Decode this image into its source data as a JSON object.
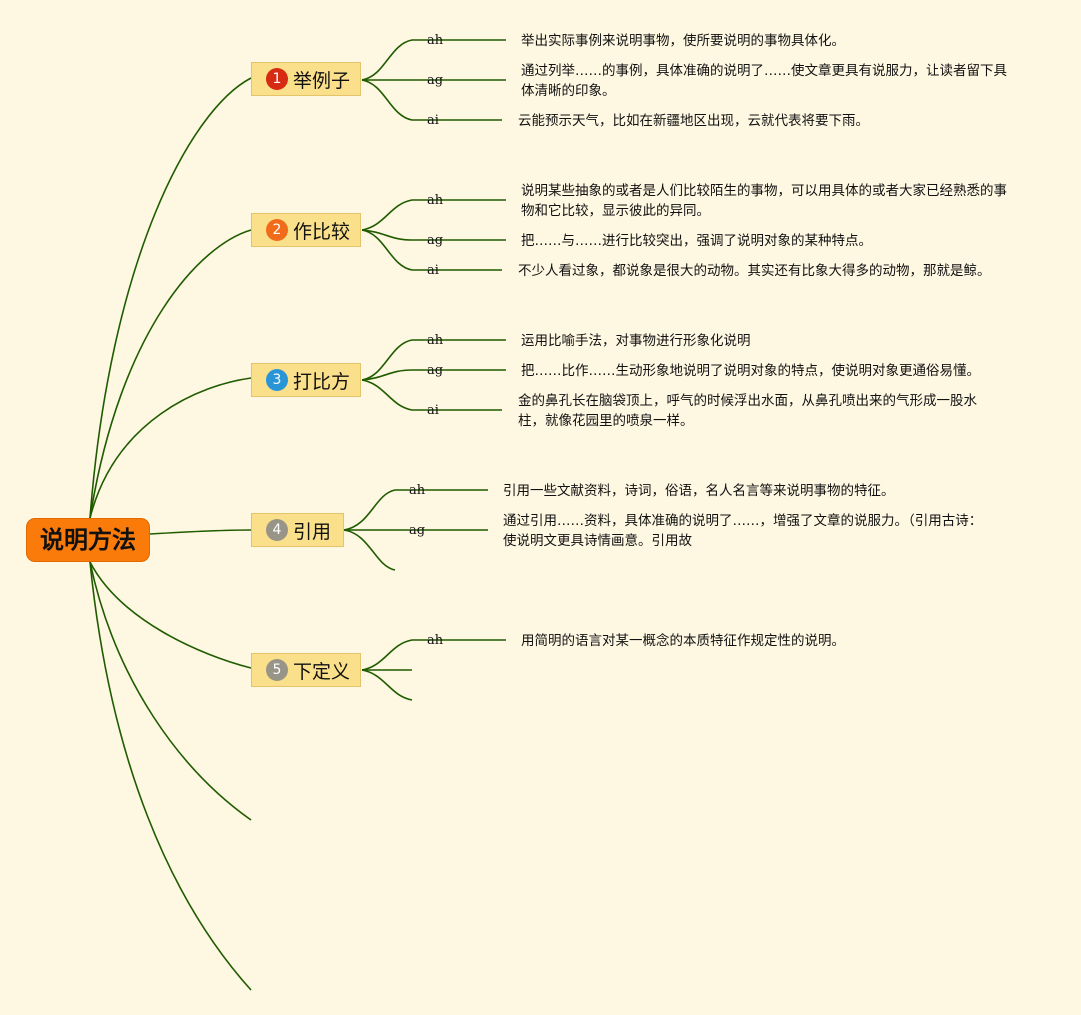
{
  "root": {
    "label": "说明方法"
  },
  "colors": {
    "background": "#fef7e2",
    "root_fill": "#fa7a0a",
    "branch_fill": "#fbe08b",
    "connector": "#1f5c00"
  },
  "branches": [
    {
      "num": "1",
      "num_color": "#d62a12",
      "label": "举例子",
      "children": [
        {
          "key": "ah",
          "text": "举出实际事例来说明事物，使所要说明的事物具体化。"
        },
        {
          "key": "ag",
          "text": "通过列举……的事例，具体准确的说明了……使文章更具有说服力，让读者留下具体清晰的印象。"
        },
        {
          "key": "ai",
          "text": "云能预示天气，比如在新疆地区出现，云就代表将要下雨。"
        }
      ]
    },
    {
      "num": "2",
      "num_color": "#f06c1a",
      "label": "作比较",
      "children": [
        {
          "key": "ah",
          "text": "说明某些抽象的或者是人们比较陌生的事物，可以用具体的或者大家已经熟悉的事物和它比较，显示彼此的异同。"
        },
        {
          "key": "ag",
          "text": "把……与……进行比较突出，强调了说明对象的某种特点。"
        },
        {
          "key": "ai",
          "text": "不少人看过象，都说象是很大的动物。其实还有比象大得多的动物，那就是鲸。"
        }
      ]
    },
    {
      "num": "3",
      "num_color": "#2a95d6",
      "label": "打比方",
      "children": [
        {
          "key": "ah",
          "text": "运用比喻手法，对事物进行形象化说明"
        },
        {
          "key": "ag",
          "text": "把……比作……生动形象地说明了说明对象的特点，使说明对象更通俗易懂。"
        },
        {
          "key": "ai",
          "text": "金的鼻孔长在脑袋顶上，呼气的时候浮出水面，从鼻孔喷出来的气形成一股水柱，就像花园里的喷泉一样。"
        }
      ]
    },
    {
      "num": "4",
      "num_color": "#999488",
      "label": "引用",
      "children": [
        {
          "key": "ah",
          "text": "引用一些文献资料，诗词，俗语，名人名言等来说明事物的特征。"
        },
        {
          "key": "ag",
          "text": "通过引用……资料，具体准确的说明了……，增强了文章的说服力。（引用古诗：使说明文更具诗情画意。引用故"
        }
      ]
    },
    {
      "num": "5",
      "num_color": "#999488",
      "label": "下定义",
      "children": [
        {
          "key": "ah",
          "text": "用简明的语言对某一概念的本质特征作规定性的说明。"
        }
      ]
    }
  ]
}
